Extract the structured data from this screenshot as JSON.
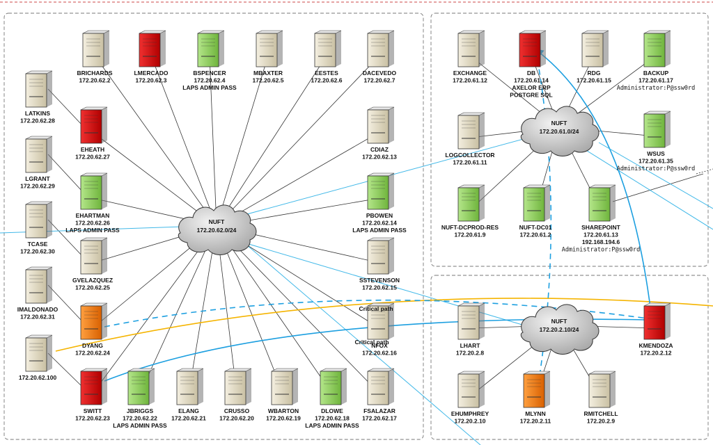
{
  "colors": {
    "beige": "#d9d1b8",
    "red": "#d40f0f",
    "green": "#8fce5a",
    "orange": "#ef7b1a",
    "blue_link": "#1c9fe0",
    "cyan_link": "#40b8e8",
    "yellow_link": "#f5b400"
  },
  "networks": {
    "left": {
      "name": "NUFT",
      "cidr": "172.20.62.0/24"
    },
    "top_right": {
      "name": "NUFT",
      "cidr": "172.20.61.0/24"
    },
    "bottom_right": {
      "name": "NUFT",
      "cidr": "172.20.2.10/24"
    }
  },
  "hosts": {
    "brichards": {
      "name": "BRICHARDS",
      "ip": "172.20.62.2",
      "color": "beige"
    },
    "lmercado": {
      "name": "LMERCADO",
      "ip": "172.20.62.3",
      "color": "red"
    },
    "bspencer": {
      "name": "BSPENCER",
      "ip": "172.20.62.4",
      "note": "LAPS ADMIN PASS",
      "color": "green"
    },
    "mbaxter": {
      "name": "MBAXTER",
      "ip": "172.20.62.5",
      "color": "beige"
    },
    "eestes": {
      "name": "EESTES",
      "ip": "172.20.62.6",
      "color": "beige"
    },
    "dacevedo": {
      "name": "DACEVEDO",
      "ip": "172.20.62.7",
      "color": "beige"
    },
    "latkins": {
      "name": "LATKINS",
      "ip": "172.20.62.28",
      "color": "beige"
    },
    "eheath": {
      "name": "EHEATH",
      "ip": "172.20.62.27",
      "color": "red"
    },
    "cdiaz": {
      "name": "CDIAZ",
      "ip": "172.20.62.13",
      "color": "beige"
    },
    "lgrant": {
      "name": "LGRANT",
      "ip": "172.20.62.29",
      "color": "beige"
    },
    "ehartman": {
      "name": "EHARTMAN",
      "ip": "172.20.62.26",
      "note": "LAPS ADMIN PASS",
      "color": "green"
    },
    "pbowen": {
      "name": "PBOWEN",
      "ip": "172.20.62.14",
      "note": "LAPS ADMIN PASS",
      "color": "green"
    },
    "tcase": {
      "name": "TCASE",
      "ip": "172.20.62.30",
      "color": "beige"
    },
    "gvelazquez": {
      "name": "GVELAZQUEZ",
      "ip": "172.20.62.25",
      "color": "beige"
    },
    "sstevenson": {
      "name": "SSTEVENSON",
      "ip": "172.20.62.15",
      "color": "beige"
    },
    "imaldonado": {
      "name": "IMALDONADO",
      "ip": "172.20.62.31",
      "color": "beige"
    },
    "dyang": {
      "name": "DYANG",
      "ip": "172.20.62.24",
      "color": "orange"
    },
    "nfox": {
      "name": "NFOX",
      "ip": "172.20.62.16",
      "color": "beige"
    },
    "h100": {
      "name": "",
      "ip": "172.20.62.100",
      "color": "beige"
    },
    "switt": {
      "name": "SWITT",
      "ip": "172.20.62.23",
      "color": "red"
    },
    "jbriggs": {
      "name": "JBRIGGS",
      "ip": "172.20.62.22",
      "note": "LAPS ADMIN PASS",
      "color": "green"
    },
    "elang": {
      "name": "ELANG",
      "ip": "172.20.62.21",
      "color": "beige"
    },
    "crusso": {
      "name": "CRUSSO",
      "ip": "172.20.62.20",
      "color": "beige"
    },
    "wbarton": {
      "name": "WBARTON",
      "ip": "172.20.62.19",
      "color": "beige"
    },
    "dlowe": {
      "name": "DLOWE",
      "ip": "172.20.62.18",
      "note": "LAPS ADMIN PASS",
      "color": "green"
    },
    "fsalazar": {
      "name": "FSALAZAR",
      "ip": "172.20.62.17",
      "color": "beige"
    },
    "exchange": {
      "name": "EXCHANGE",
      "ip": "172.20.61.12",
      "color": "beige"
    },
    "db": {
      "name": "DB",
      "ip": "172.20.61.14",
      "note": "AXELOR ERP",
      "note2": "POSTGRE SQL",
      "color": "red"
    },
    "rdg": {
      "name": "RDG",
      "ip": "172.20.61.15",
      "color": "beige"
    },
    "backup": {
      "name": "BACKUP",
      "ip": "172.20.61.17",
      "note": "Administrator:P@ssw0rd",
      "color": "green"
    },
    "logcollector": {
      "name": "LOGCOLLECTOR",
      "ip": "172.20.61.11",
      "color": "beige"
    },
    "wsus": {
      "name": "WSUS",
      "ip": "172.20.61.35",
      "note": "Administrator:P@ssw0rd",
      "color": "green"
    },
    "nuftdcprodres": {
      "name": "NUFT-DCPROD-RES",
      "ip": "172.20.61.9",
      "color": "green"
    },
    "nuftdc01": {
      "name": "NUFT-DC01",
      "ip": "172.20.61.2",
      "color": "green"
    },
    "sharepoint": {
      "name": "SHAREPOINT",
      "ip": "172.20.61.13",
      "ip2": "192.168.194.6",
      "note": "Administrator:P@ssw0rd",
      "color": "green"
    },
    "lhart": {
      "name": "LHART",
      "ip": "172.20.2.8",
      "color": "beige"
    },
    "kmendoza": {
      "name": "KMENDOZA",
      "ip": "172.20.2.12",
      "color": "red"
    },
    "ehumphrey": {
      "name": "EHUMPHREY",
      "ip": "172.20.2.10",
      "color": "beige"
    },
    "mlynn": {
      "name": "MLYNN",
      "ip": "172.20.2.11",
      "color": "orange"
    },
    "rmitchell": {
      "name": "RMITCHELL",
      "ip": "172.20.2.9",
      "color": "beige"
    }
  },
  "annotations": {
    "critical_path_1": "Critical path",
    "critical_path_2": "Critical path"
  }
}
